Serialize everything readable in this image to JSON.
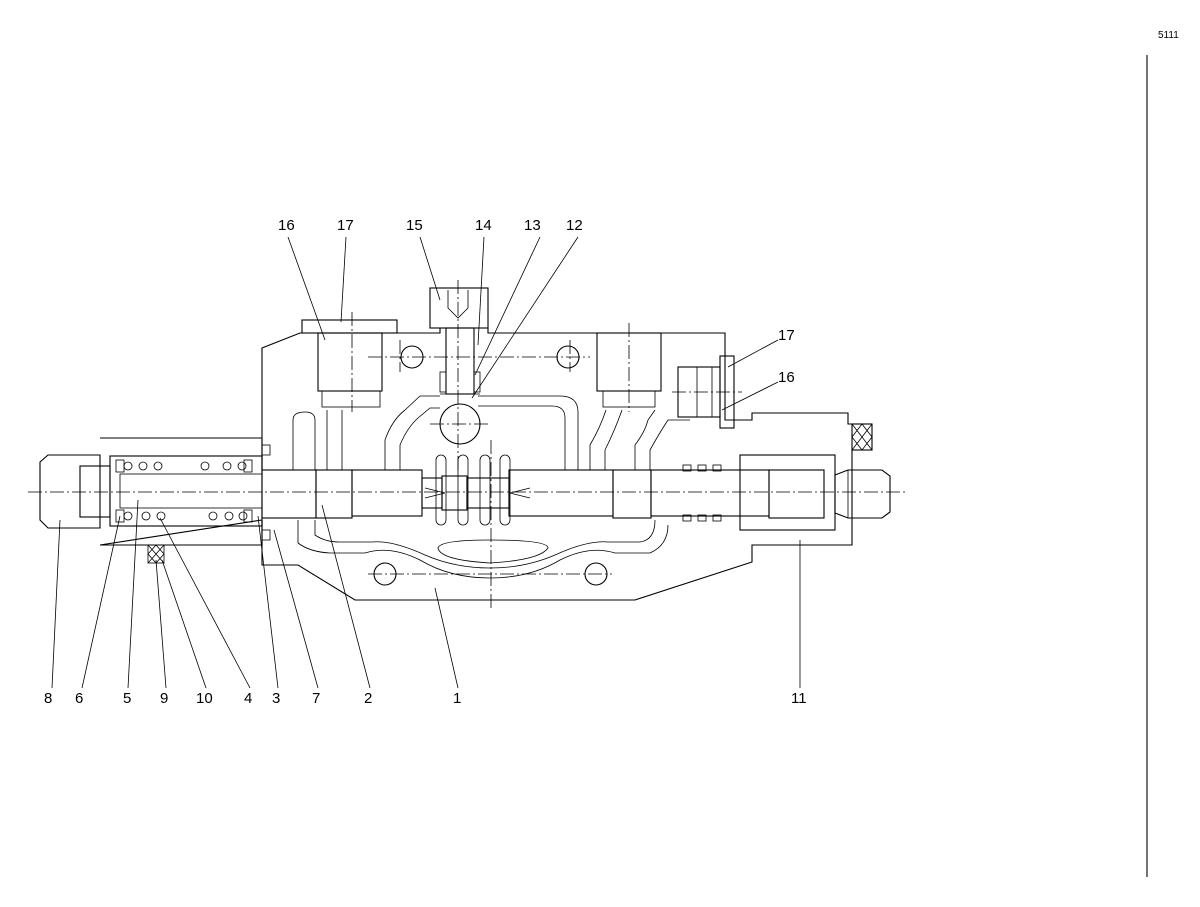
{
  "sheet": {
    "number": "5111"
  },
  "labels": {
    "l1": "1",
    "l2": "2",
    "l3": "3",
    "l4": "4",
    "l5": "5",
    "l6": "6",
    "l7": "7",
    "l8": "8",
    "l9": "9",
    "l10": "10",
    "l11": "11",
    "l12": "12",
    "l13": "13",
    "l14": "14",
    "l15": "15",
    "l16a": "16",
    "l17a": "17",
    "l16b": "16",
    "l17b": "17"
  }
}
